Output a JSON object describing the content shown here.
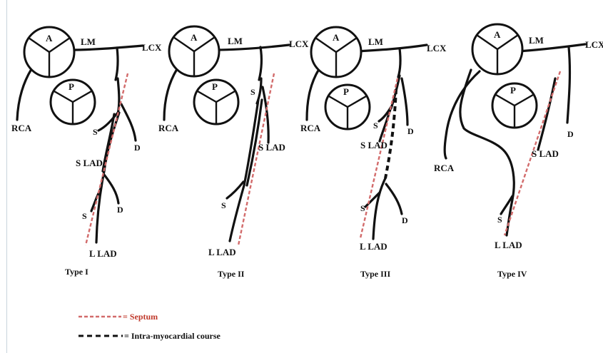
{
  "labels": {
    "aorta": "A",
    "pulmonary": "P",
    "left_main": "LM",
    "lcx": "LCX",
    "rca": "RCA",
    "septal": "S",
    "diagonal": "D",
    "short_lad": "S LAD",
    "long_lad": "L LAD"
  },
  "types": [
    {
      "caption": "Type I"
    },
    {
      "caption": "Type II"
    },
    {
      "caption": "Type III"
    },
    {
      "caption": "Type IV"
    }
  ],
  "legend": {
    "septum_text": "= Septum",
    "intramyo_text": "= Intra-myocardial course",
    "colors": {
      "septum": "#d26b6b",
      "intramyocardial": "#111111"
    }
  }
}
